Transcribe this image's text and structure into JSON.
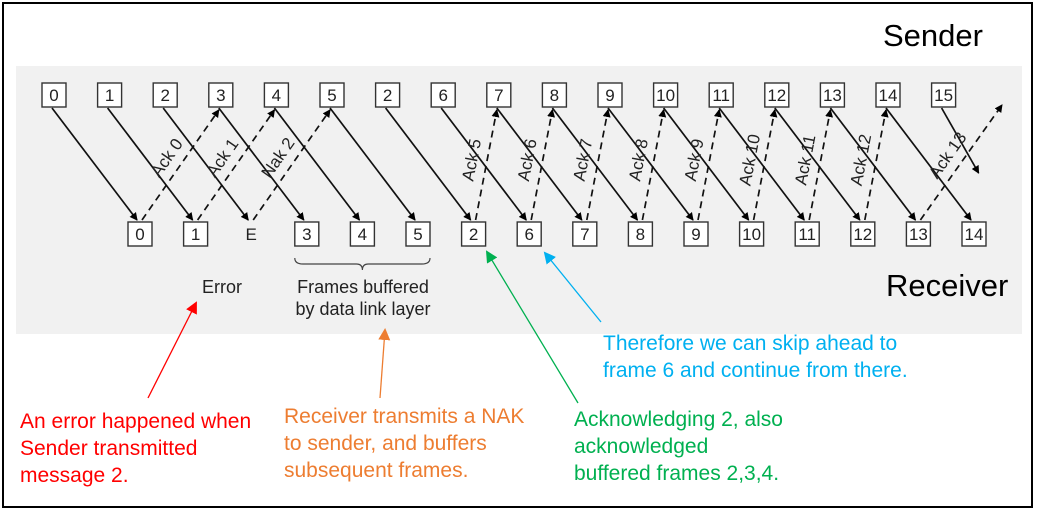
{
  "roles": {
    "sender": "Sender",
    "receiver": "Receiver"
  },
  "sender_frames": [
    "0",
    "1",
    "2",
    "3",
    "4",
    "5",
    "2",
    "6",
    "7",
    "8",
    "9",
    "10",
    "11",
    "12",
    "13",
    "14",
    "15"
  ],
  "receiver_frames": [
    "0",
    "1",
    "E",
    "3",
    "4",
    "5",
    "2",
    "6",
    "7",
    "8",
    "9",
    "10",
    "11",
    "12",
    "13",
    "14"
  ],
  "acks": [
    "Ack 0",
    "Ack 1",
    "Nak 2",
    "Ack 5",
    "Ack 6",
    "Ack 7",
    "Ack 8",
    "Ack 9",
    "Ack 10",
    "Ack 11",
    "Ack 12",
    "Ack 13"
  ],
  "labels": {
    "error": "Error",
    "buffered_line1": "Frames buffered",
    "buffered_line2": "by data link layer"
  },
  "notes": {
    "error": {
      "lines": [
        "An error happened when",
        "Sender transmitted",
        "message 2."
      ],
      "color": "#ff0000"
    },
    "nak": {
      "lines": [
        "Receiver transmits a NAK",
        "to sender, and buffers",
        "subsequent frames."
      ],
      "color": "#ed7d31"
    },
    "ack": {
      "lines": [
        "Acknowledging 2, also",
        "acknowledged",
        "buffered frames 2,3,4."
      ],
      "color": "#00b050"
    },
    "skip": {
      "lines": [
        "Therefore we can skip ahead to",
        "frame 6 and continue from there."
      ],
      "color": "#00b0f0"
    }
  }
}
